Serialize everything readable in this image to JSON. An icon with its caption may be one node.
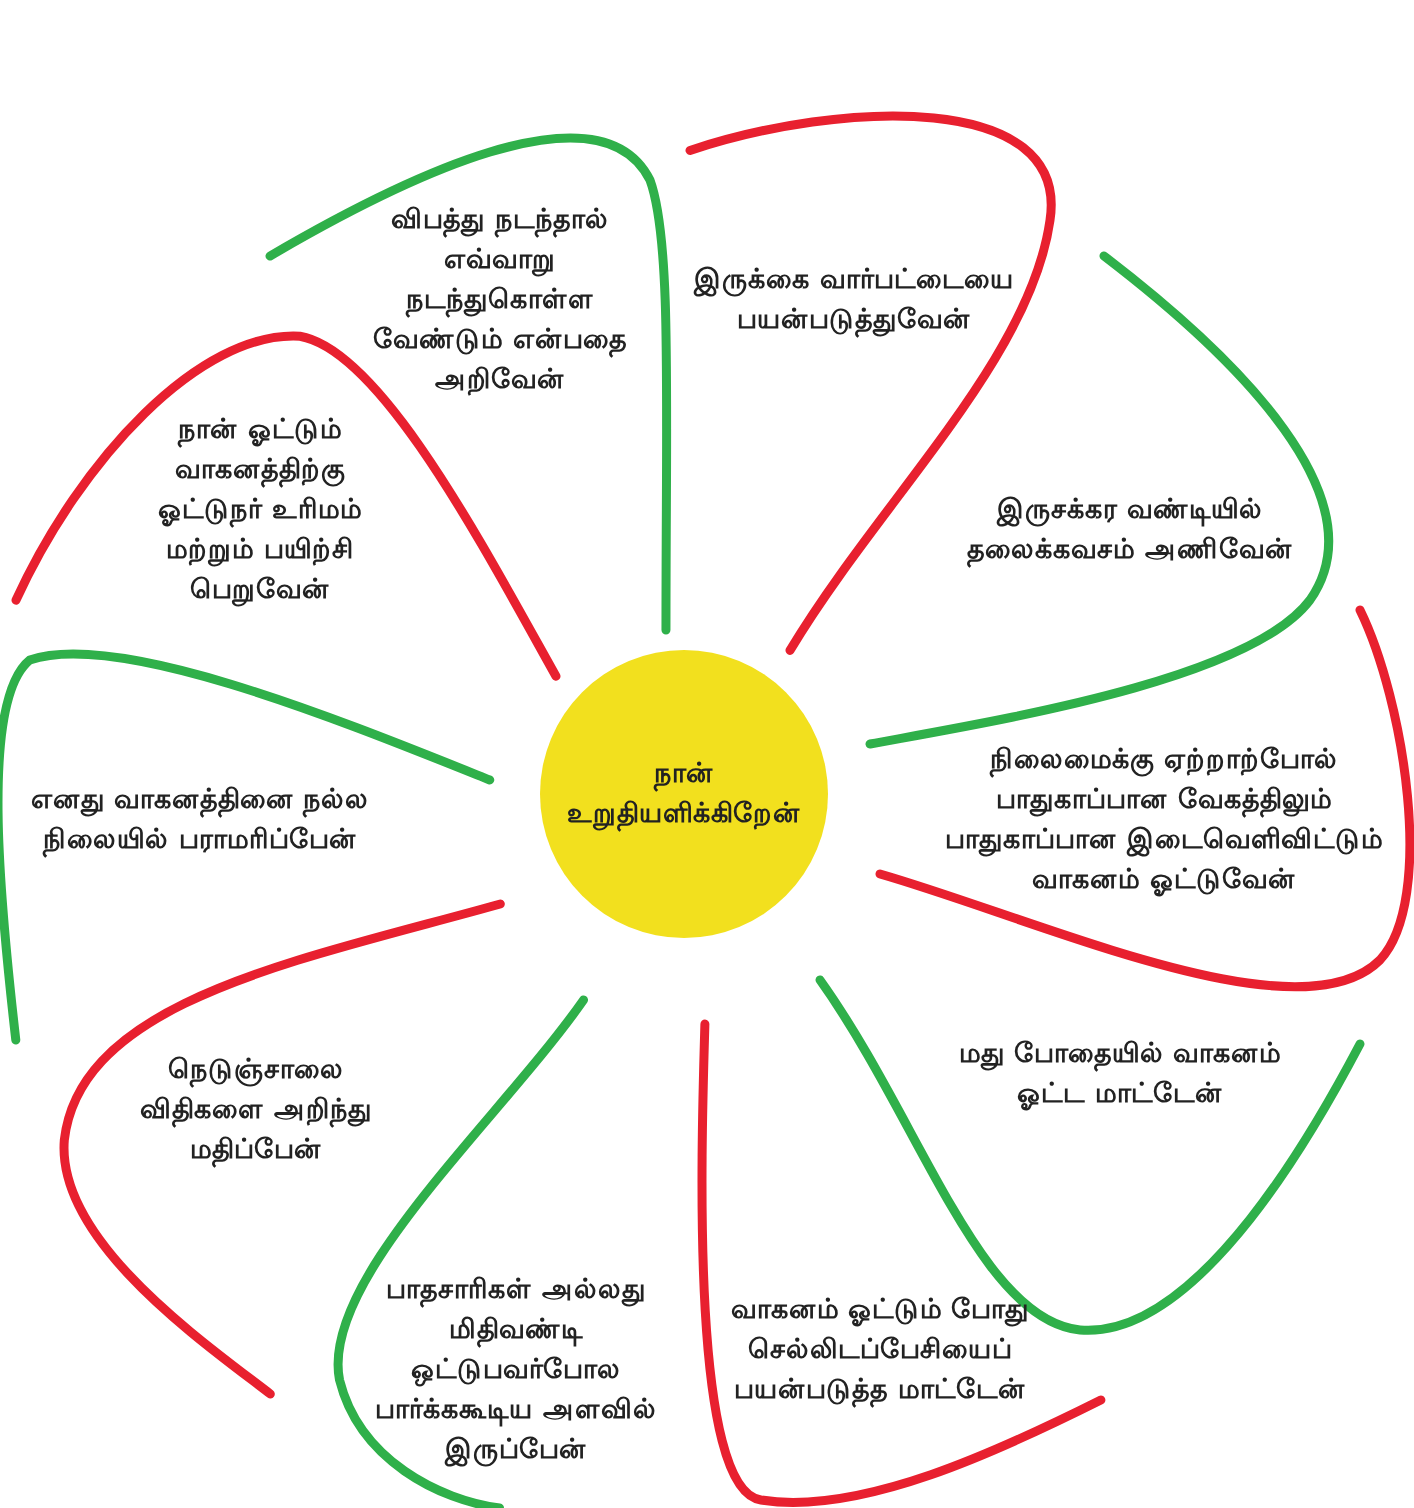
{
  "diagram": {
    "nodes": [
      {
        "text": [
          "நான் உறுதியளிக்கிறேன்"
        ]
      },
      {
        "text": [
          "விபத்து நடந்தால் எவ்வாறு நடந்துகொள்ள வேண்டும் என்பதை அறிவேன்"
        ]
      },
      {
        "text": [
          "இருக்கை வார்பட்டையை பயன்படுத்துவேன்"
        ]
      },
      {
        "text": [
          "இருசக்கர வண்டியில் தலைக்கவசம் அணிவேன்"
        ]
      },
      {
        "text": [
          "நான் ஓட்டும் வாகனத்திற்கு ஓட்டுநர் உரிமம் மற்றும் பயிற்சி பெறுவேன்"
        ]
      },
      {
        "text": [
          "எனது வாகனத்தினை நல்ல நிலையில் பராமரிப்பேன்"
        ]
      },
      {
        "text": [
          "நிலைமைக்கு ஏற்றாற்போல் பாதுகாப்பான வேகத்திலும் பாதுகாப்பான இடைவெளிவிட்டும் வாகனம் ஓட்டுவேன்"
        ]
      },
      {
        "text": [
          "நெடுஞ்சாலை விதிகளை அறிந்து மதிப்பேன்"
        ]
      },
      {
        "text": [
          "மது போதையில் வாகனம் ஓட்ட மாட்டேன்"
        ]
      },
      {
        "text": [
          "பாதசாரிகள் அல்லது மிதிவண்டி ஒட்டுபவர்போல பார்க்ககூடிய அளவில் இருப்பேன்"
        ]
      },
      {
        "text": [
          "வாகனம் ஓட்டும் போது செல்லிடப்பேசியைப் பயன்படுத்த மாட்டேன்"
        ]
      }
    ]
  }
}
